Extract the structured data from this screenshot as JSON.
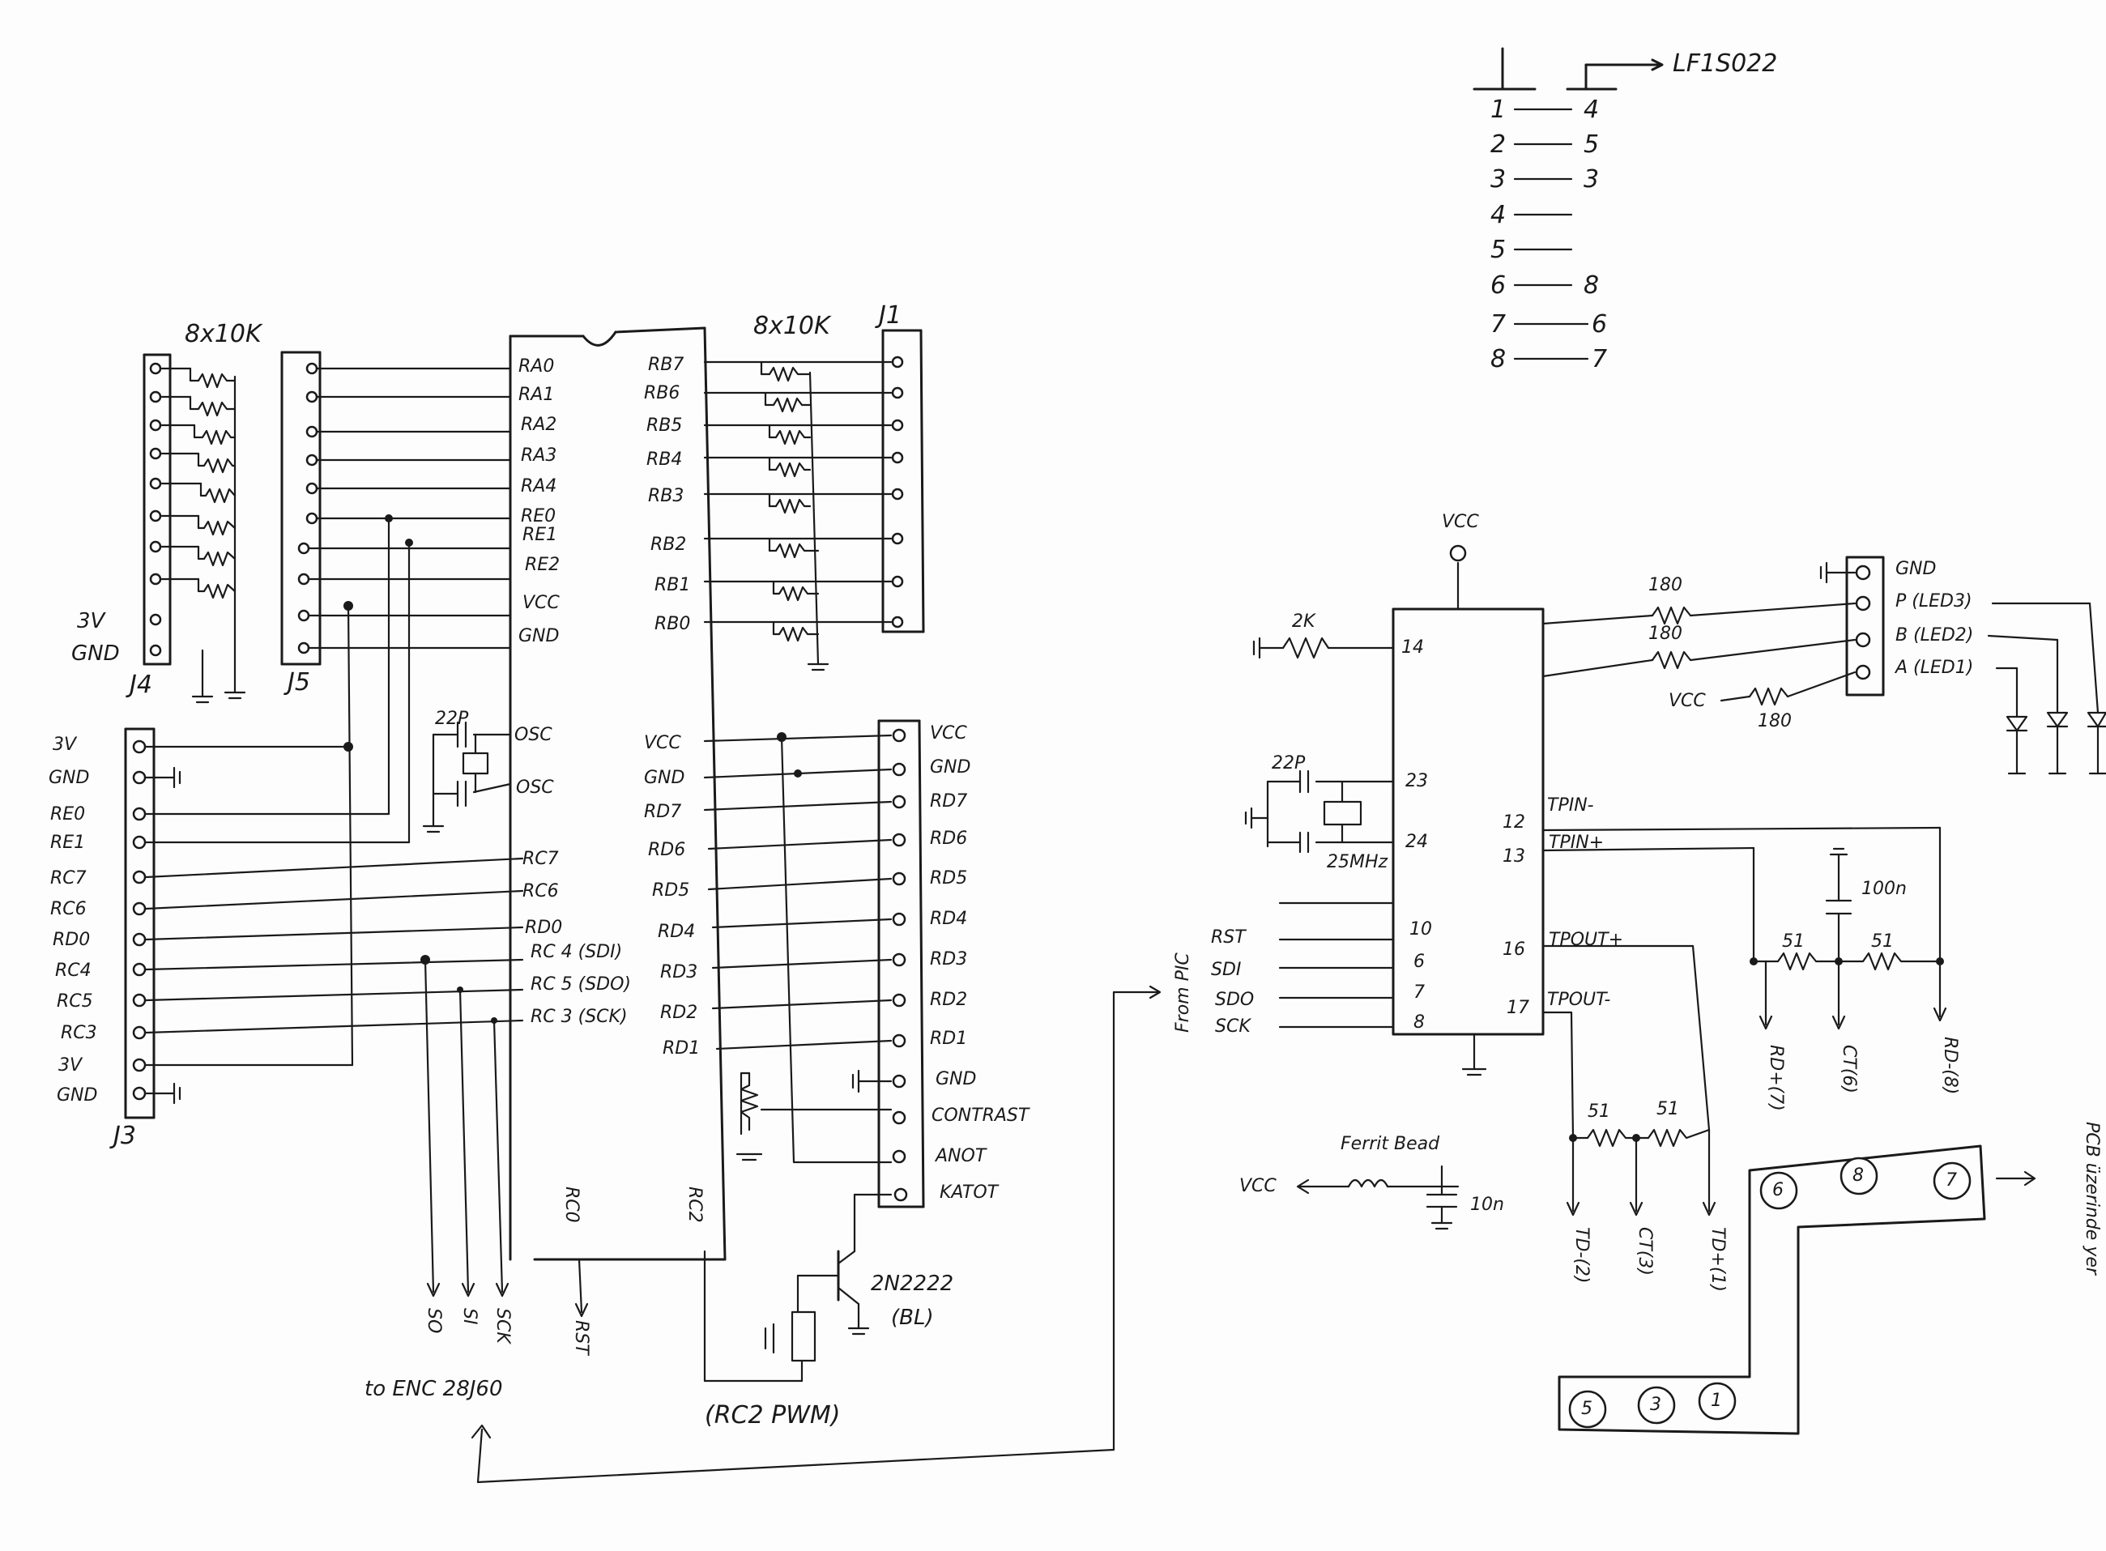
{
  "pinout_table": {
    "header_right": "LF1S022",
    "rows": [
      {
        "left": "1",
        "right": "4"
      },
      {
        "left": "2",
        "right": "5"
      },
      {
        "left": "3",
        "right": "3"
      },
      {
        "left": "4",
        "right": ""
      },
      {
        "left": "5",
        "right": ""
      },
      {
        "left": "6",
        "right": "8"
      },
      {
        "left": "7",
        "right": "6"
      },
      {
        "left": "8",
        "right": "7"
      }
    ]
  },
  "left_resistor_array": "8x10K",
  "right_resistor_array": "8x10K",
  "connectors": {
    "j1": "J1",
    "j3": "J3",
    "j4": "J4",
    "j5": "J5",
    "j4_labels": [
      "3V",
      "GND"
    ],
    "j3_labels": [
      "3V",
      "GND",
      "RE0",
      "RE1",
      "RC7",
      "RC6",
      "RD0",
      "RC4",
      "RC5",
      "RC3",
      "3V",
      "GND"
    ]
  },
  "mcu": {
    "left_pins": [
      "RA0",
      "RA1",
      "RA2",
      "RA3",
      "RA4",
      "RE0",
      "RE1",
      "RE2",
      "VCC",
      "GND",
      "OSC",
      "OSC",
      "RC7",
      "RC6",
      "RD0",
      "RC 4 (SDI)",
      "RC 5 (SDO)",
      "RC 3 (SCK)"
    ],
    "right_pins_top": [
      "RB7",
      "RB6",
      "RB5",
      "RB4",
      "RB3",
      "RB2",
      "RB1",
      "RB0"
    ],
    "right_pins_bottom": [
      "VCC",
      "GND",
      "RD7",
      "RD6",
      "RD5",
      "RD4",
      "RD3",
      "RD2",
      "RD1"
    ],
    "bottom_pins": [
      "RC0",
      "RC2"
    ],
    "crystal_cap": "22P"
  },
  "lcd_header": {
    "labels": [
      "VCC",
      "GND",
      "RD7",
      "RD6",
      "RD5",
      "RD4",
      "RD3",
      "RD2",
      "RD1",
      "GND",
      "CONTRAST",
      "ANOT",
      "KATOT"
    ]
  },
  "transistor": {
    "part": "2N2222",
    "note": "(BL)",
    "caption": "(RC2 PWM)"
  },
  "spi_bottom": {
    "labels": [
      "SO",
      "SI",
      "SCK",
      "RST"
    ],
    "caption": "to ENC 28J60"
  },
  "enc": {
    "vcc_top": "VCC",
    "left_pins": [
      {
        "num": "14",
        "label": ""
      },
      {
        "num": "23",
        "label": ""
      },
      {
        "num": "24",
        "label": ""
      },
      {
        "num": "10",
        "label": "RST"
      },
      {
        "num": "6",
        "label": "SDI"
      },
      {
        "num": "7",
        "label": "SDO"
      },
      {
        "num": "8",
        "label": "SCK"
      }
    ],
    "right_pins": [
      {
        "num": "12",
        "label": "TPIN-"
      },
      {
        "num": "13",
        "label": "TPIN+"
      },
      {
        "num": "16",
        "label": "TPOUT+"
      },
      {
        "num": "17",
        "label": "TPOUT-"
      }
    ],
    "r_bias": "2K",
    "cap": "22P",
    "crystal": "25MHz",
    "from_pic": "From PIC"
  },
  "led_connector": {
    "labels": [
      "GND",
      "P (LED3)",
      "B (LED2)",
      "A (LED1)"
    ],
    "resistors": [
      "180",
      "180",
      "180"
    ],
    "vcc": "VCC"
  },
  "rx_network": {
    "r1": "51",
    "r2": "51",
    "cap": "100n",
    "labels": [
      "RD+(7)",
      "CT(6)",
      "RD-(8)"
    ]
  },
  "tx_network": {
    "r1": "51",
    "r2": "51",
    "labels": [
      "TD-(2)",
      "CT(3)",
      "TD+(1)"
    ]
  },
  "ferrite": {
    "label": "Ferrit Bead",
    "vcc": "VCC",
    "cap": "10n"
  },
  "rj45": {
    "top_pins": [
      "6",
      "8",
      "7"
    ],
    "bottom_pins": [
      "5",
      "3",
      "1"
    ],
    "side_label": "PCB üzerinde yer"
  }
}
